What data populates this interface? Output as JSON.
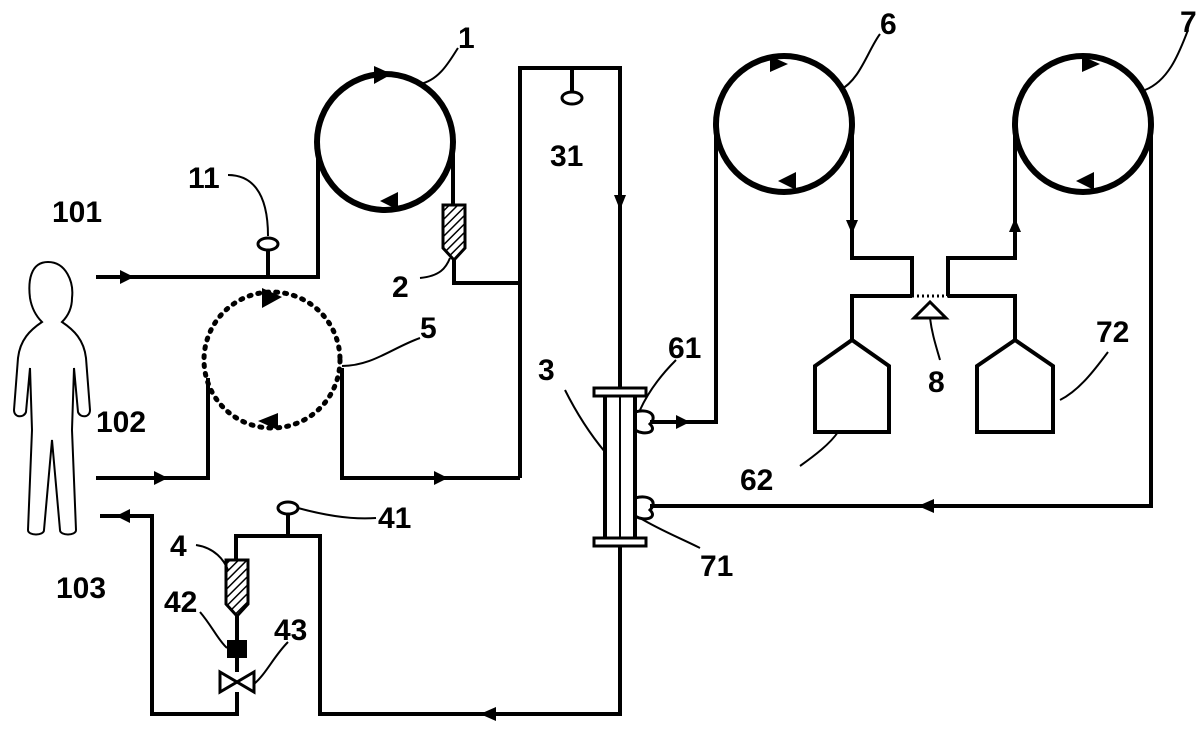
{
  "labels": {
    "l1": "1",
    "l2": "2",
    "l3": "3",
    "l4": "4",
    "l5": "5",
    "l6": "6",
    "l7": "7",
    "l8": "8",
    "l11": "11",
    "l31": "31",
    "l41": "41",
    "l42": "42",
    "l43": "43",
    "l61": "61",
    "l62": "62",
    "l71": "71",
    "l72": "72",
    "l101": "101",
    "l102": "102",
    "l103": "103"
  },
  "colors": {
    "line": "#000000",
    "background": "#ffffff"
  }
}
